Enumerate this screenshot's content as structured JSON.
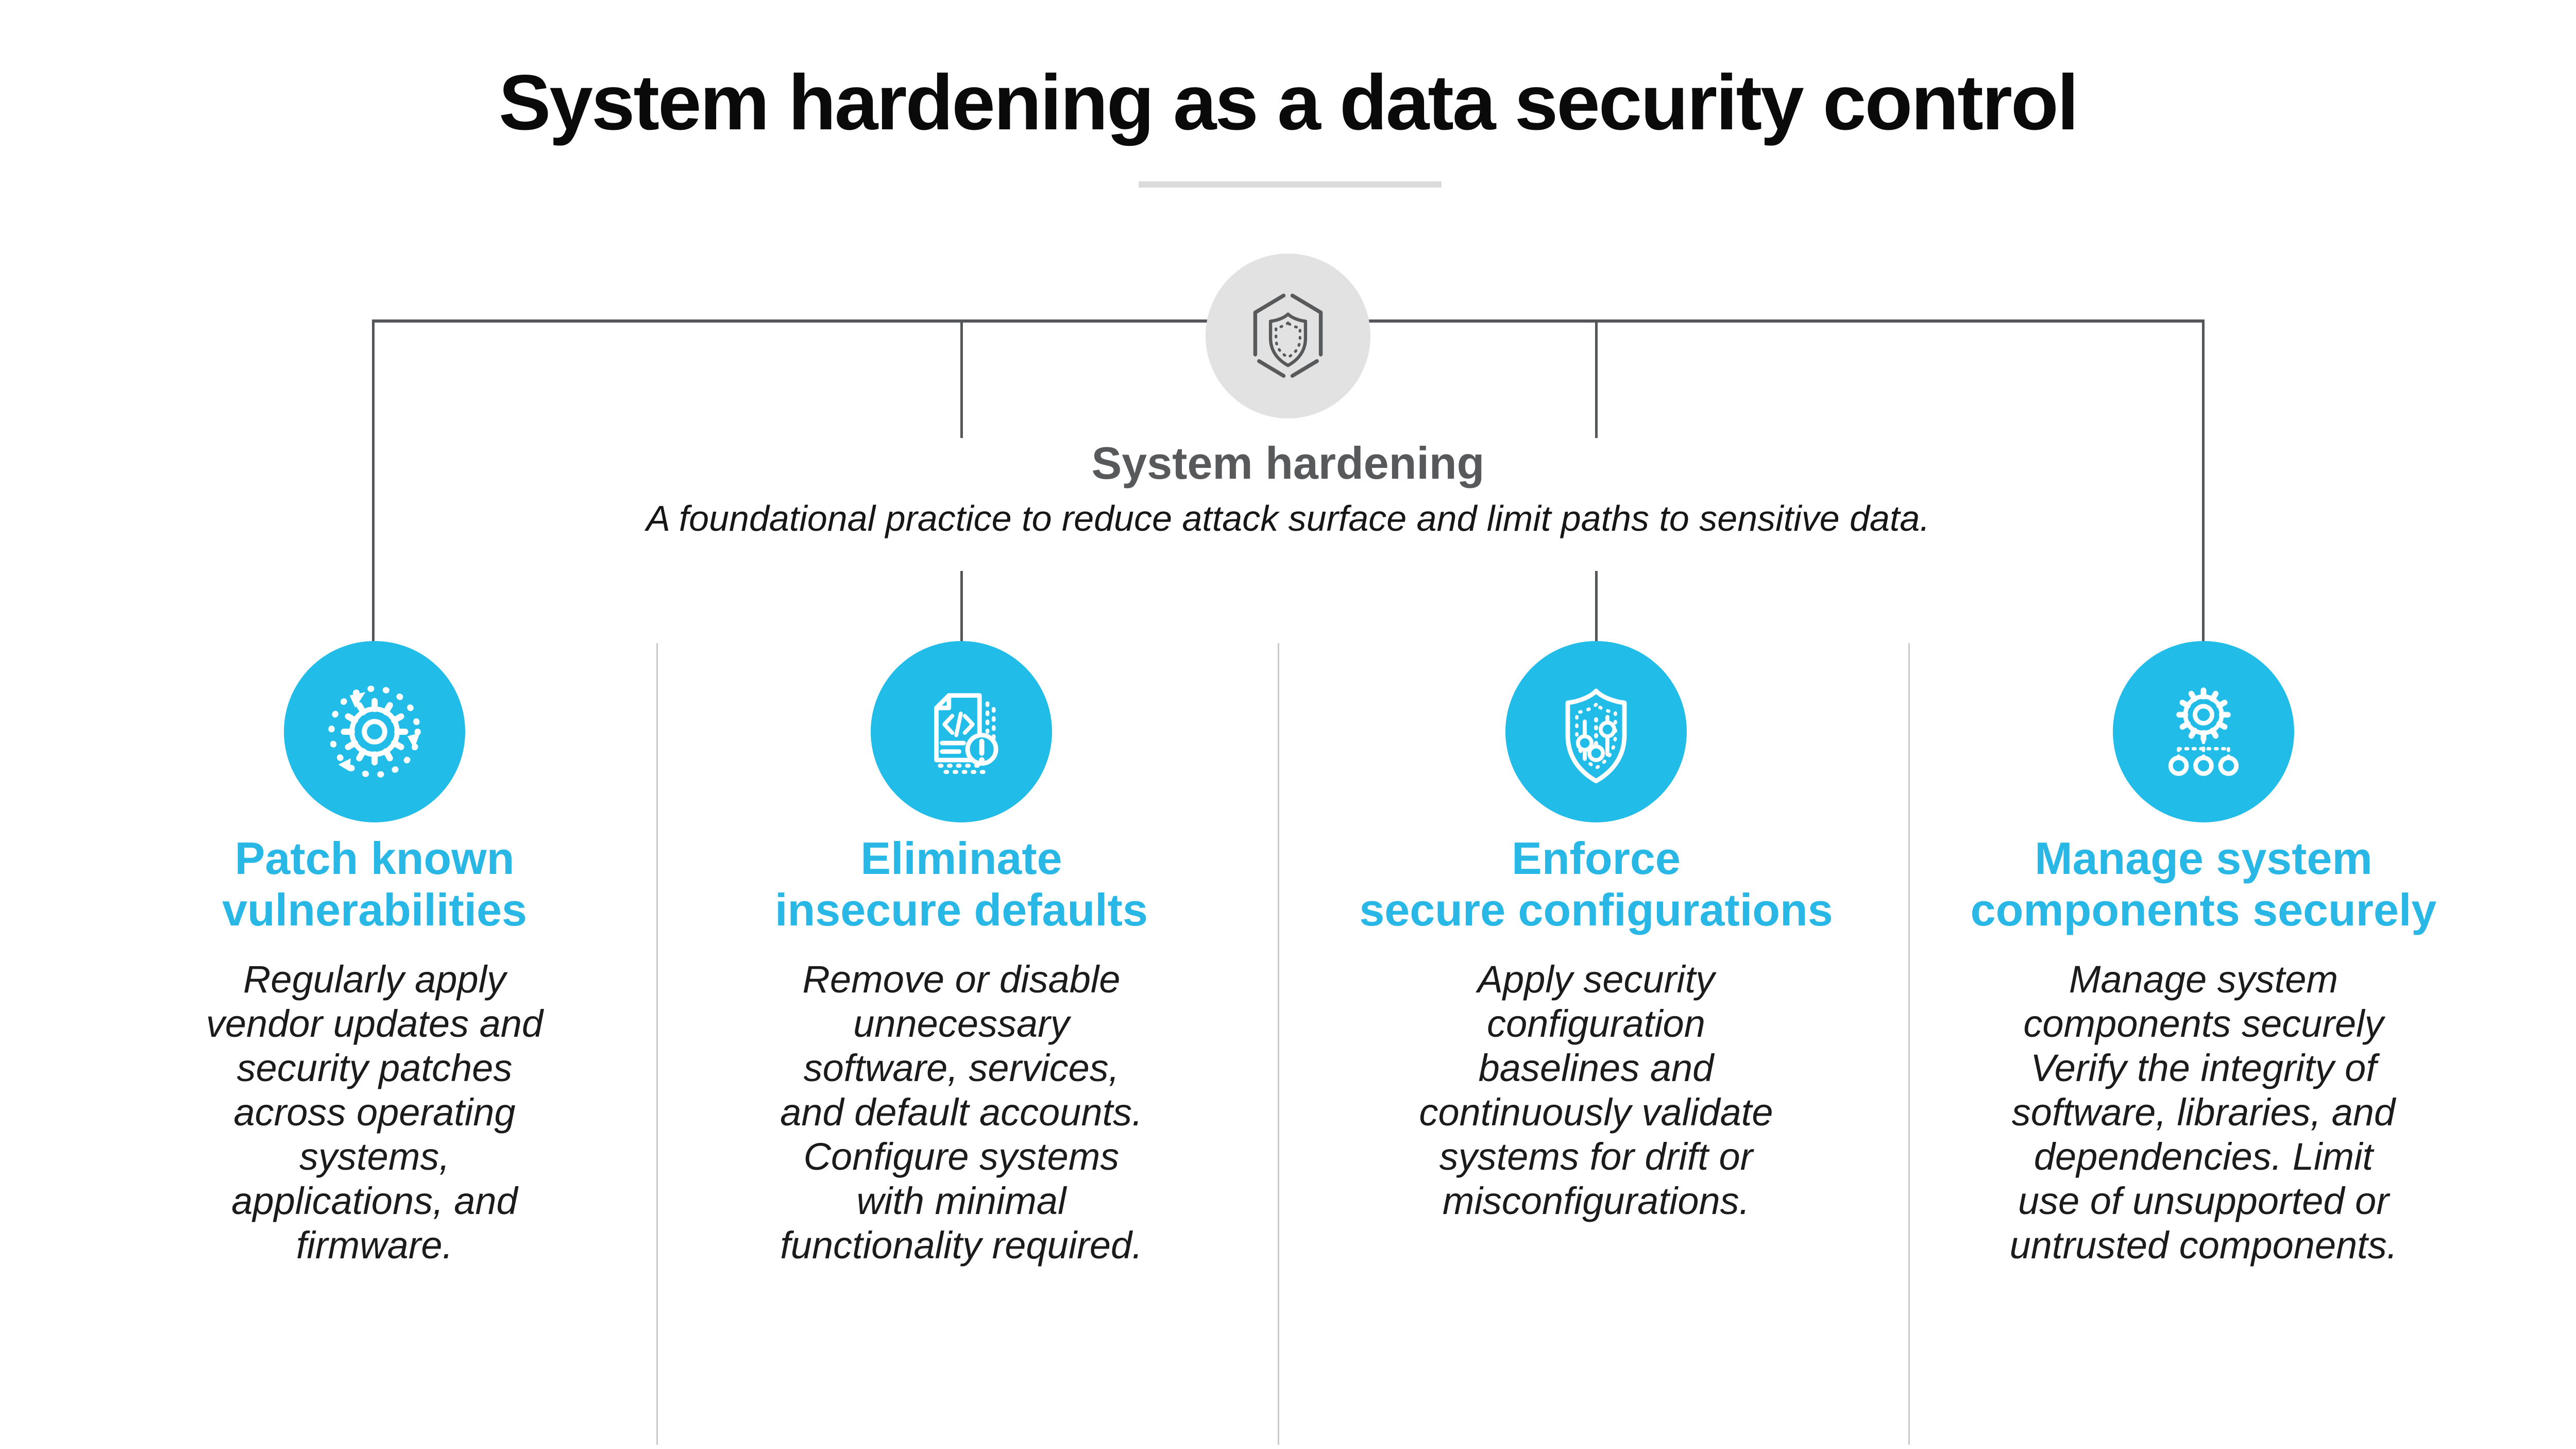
{
  "title": "System hardening as a data security control",
  "hub": {
    "title": "System hardening",
    "subtitle": "A foundational practice to reduce attack surface and limit paths to sensitive data.",
    "icon": "shield-hexagon-icon"
  },
  "colors": {
    "accent_cyan": "#22BCE8",
    "heading_cyan": "#29B7E5",
    "connector_dark_gray": "#55565A",
    "separator_light_gray": "#C9CACB",
    "hub_circle_fill": "#E2E2E3",
    "hub_text_gray": "#58595B"
  },
  "columns": [
    {
      "icon": "patch-update-cycle-icon",
      "heading": "Patch known\nvulnerabilities",
      "body": "Regularly apply\nvendor updates and\nsecurity patches\nacross operating\nsystems,\napplications, and\nfirmware."
    },
    {
      "icon": "insecure-code-document-icon",
      "heading": "Eliminate\ninsecure defaults",
      "body": "Remove or disable\nunnecessary\nsoftware, services,\nand default accounts.\nConfigure systems\nwith minimal\nfunctionality required."
    },
    {
      "icon": "shield-sliders-icon",
      "heading": "Enforce\nsecure configurations",
      "body": "Apply security\nconfiguration\nbaselines and\ncontinuously validate\nsystems for drift or\nmisconfigurations."
    },
    {
      "icon": "gear-components-icon",
      "heading": "Manage system\ncomponents securely",
      "body": "Manage system\ncomponents securely\nVerify the integrity of\nsoftware, libraries, and\ndependencies. Limit\nuse of unsupported or\nuntrusted components."
    }
  ]
}
